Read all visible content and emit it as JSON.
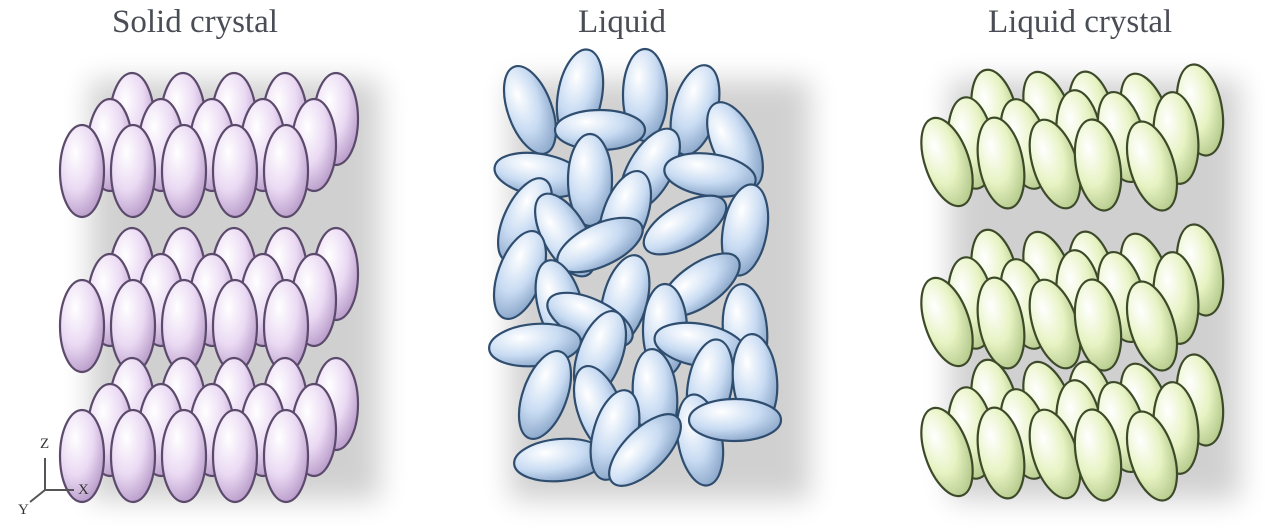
{
  "panels": {
    "solid": {
      "title": "Solid crystal",
      "color": "#e8d7f1"
    },
    "liquid": {
      "title": "Liquid",
      "color": "#c7dcf3"
    },
    "liquid_crystal": {
      "title": "Liquid crystal",
      "color": "#e8f4c6"
    }
  },
  "axes": {
    "z": "Z",
    "x": "X",
    "y": "Y"
  }
}
